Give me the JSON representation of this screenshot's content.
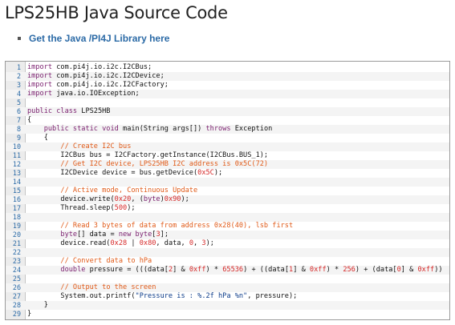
{
  "page": {
    "title": "LPS25HB Java Source Code",
    "links": [
      {
        "label": "Get the Java /PI4J Library here"
      }
    ]
  },
  "code": {
    "lines": [
      [
        [
          "kw",
          "import"
        ],
        [
          "t",
          " com.pi4j.io.i2c.I2CBus;"
        ]
      ],
      [
        [
          "kw",
          "import"
        ],
        [
          "t",
          " com.pi4j.io.i2c.I2CDevice;"
        ]
      ],
      [
        [
          "kw",
          "import"
        ],
        [
          "t",
          " com.pi4j.io.i2c.I2CFactory;"
        ]
      ],
      [
        [
          "kw",
          "import"
        ],
        [
          "t",
          " java.io.IOException;"
        ]
      ],
      [],
      [
        [
          "kw",
          "public class"
        ],
        [
          "t",
          " LPS25HB"
        ]
      ],
      [
        [
          "t",
          "{"
        ]
      ],
      [
        [
          "t",
          "    "
        ],
        [
          "kw",
          "public static void"
        ],
        [
          "t",
          " main(String args[]) "
        ],
        [
          "kw",
          "throws"
        ],
        [
          "t",
          " Exception"
        ]
      ],
      [
        [
          "t",
          "    {"
        ]
      ],
      [
        [
          "t",
          "        "
        ],
        [
          "cm",
          "// Create I2C bus"
        ]
      ],
      [
        [
          "t",
          "        I2CBus bus = I2CFactory.getInstance(I2CBus.BUS_1);"
        ]
      ],
      [
        [
          "t",
          "        "
        ],
        [
          "cm",
          "// Get I2C device, LPS25HB I2C address is 0x5C(72)"
        ]
      ],
      [
        [
          "t",
          "        I2CDevice device = bus.getDevice("
        ],
        [
          "num",
          "0x5C"
        ],
        [
          "t",
          ");"
        ]
      ],
      [],
      [
        [
          "t",
          "        "
        ],
        [
          "cm",
          "// Active mode, Continuous Update"
        ]
      ],
      [
        [
          "t",
          "        device.write("
        ],
        [
          "num",
          "0x20"
        ],
        [
          "t",
          ", ("
        ],
        [
          "kw",
          "byte"
        ],
        [
          "t",
          ")"
        ],
        [
          "num",
          "0x90"
        ],
        [
          "t",
          ");"
        ]
      ],
      [
        [
          "t",
          "        Thread.sleep("
        ],
        [
          "num",
          "500"
        ],
        [
          "t",
          ");"
        ]
      ],
      [],
      [
        [
          "t",
          "        "
        ],
        [
          "cm",
          "// Read 3 bytes of data from address 0x28(40), lsb first"
        ]
      ],
      [
        [
          "t",
          "        "
        ],
        [
          "kw",
          "byte"
        ],
        [
          "t",
          "[] data = "
        ],
        [
          "kw",
          "new byte"
        ],
        [
          "t",
          "["
        ],
        [
          "num",
          "3"
        ],
        [
          "t",
          "];"
        ]
      ],
      [
        [
          "t",
          "        device.read("
        ],
        [
          "num",
          "0x28"
        ],
        [
          "t",
          " | "
        ],
        [
          "num",
          "0x80"
        ],
        [
          "t",
          ", data, "
        ],
        [
          "num",
          "0"
        ],
        [
          "t",
          ", "
        ],
        [
          "num",
          "3"
        ],
        [
          "t",
          ");"
        ]
      ],
      [],
      [
        [
          "t",
          "        "
        ],
        [
          "cm",
          "// Convert data to hPa"
        ]
      ],
      [
        [
          "t",
          "        "
        ],
        [
          "kw",
          "double"
        ],
        [
          "t",
          " pressure = (((data["
        ],
        [
          "num",
          "2"
        ],
        [
          "t",
          "] & "
        ],
        [
          "num",
          "0xff"
        ],
        [
          "t",
          ") * "
        ],
        [
          "num",
          "65536"
        ],
        [
          "t",
          ") + ((data["
        ],
        [
          "num",
          "1"
        ],
        [
          "t",
          "] & "
        ],
        [
          "num",
          "0xff"
        ],
        [
          "t",
          ") * "
        ],
        [
          "num",
          "256"
        ],
        [
          "t",
          ") + (data["
        ],
        [
          "num",
          "0"
        ],
        [
          "t",
          "] & "
        ],
        [
          "num",
          "0xff"
        ],
        [
          "t",
          "))"
        ]
      ],
      [],
      [
        [
          "t",
          "        "
        ],
        [
          "cm",
          "// Output to the screen"
        ]
      ],
      [
        [
          "t",
          "        System.out.printf("
        ],
        [
          "str",
          "\"Pressure is : %.2f hPa %n\""
        ],
        [
          "t",
          ", pressure);"
        ]
      ],
      [
        [
          "t",
          "    }"
        ]
      ],
      [
        [
          "t",
          "}"
        ]
      ]
    ]
  },
  "colors": {
    "keyword": "#7a1e6e",
    "comment": "#e05a18",
    "number": "#d62828",
    "string": "#0a3a88",
    "link": "#2b6aa6",
    "line_number": "#2b6aa6"
  }
}
